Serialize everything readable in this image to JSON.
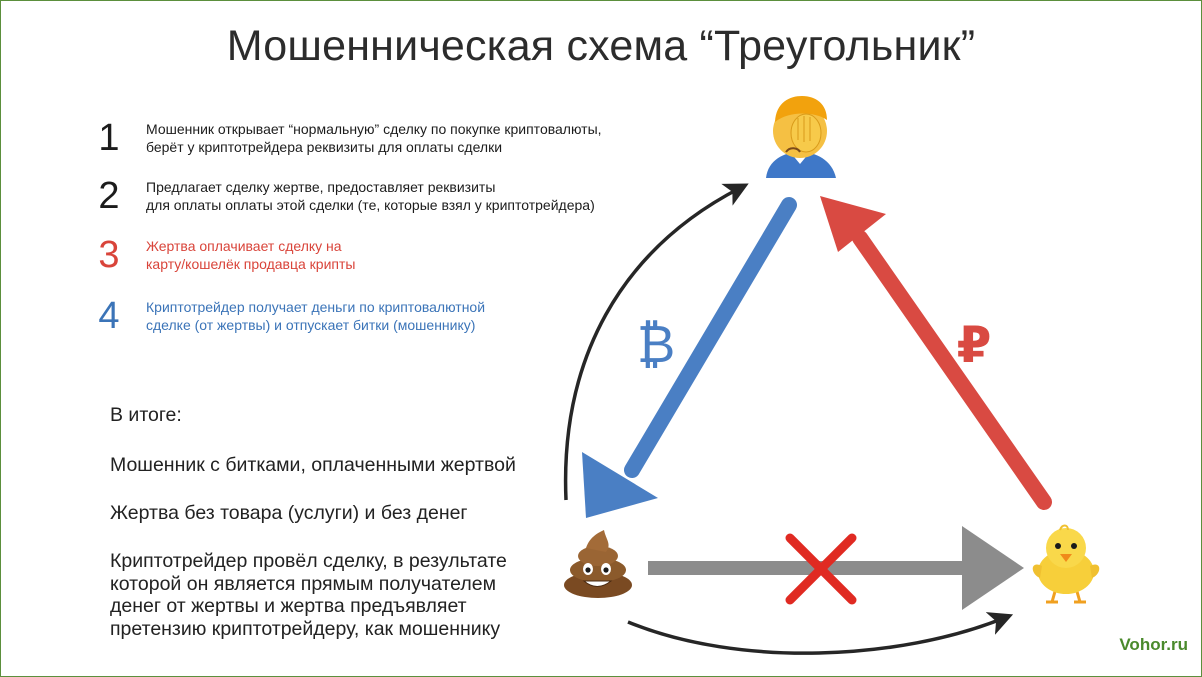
{
  "title": "Мошенническая схема “Треугольник”",
  "steps": [
    {
      "num": "1",
      "color": "#1c1c1c",
      "lines": [
        "Мошенник открывает “нормальную” сделку по покупке криптовалюты,",
        "берёт у криптотрейдера реквизиты для оплаты сделки"
      ]
    },
    {
      "num": "2",
      "color": "#1c1c1c",
      "lines": [
        "Предлагает сделку жертве, предоставляет реквизиты",
        "для оплаты оплаты этой сделки (те, которые взял у криптотрейдера)"
      ]
    },
    {
      "num": "3",
      "color": "#d9443a",
      "lines": [
        "Жертва оплачивает сделку на",
        "карту/кошелёк продавца крипты"
      ]
    },
    {
      "num": "4",
      "color": "#3b74b8",
      "lines": [
        "Криптотрейдер получает деньги по криптовалютной",
        "сделке (от жертвы) и отпускает битки (мошеннику)"
      ]
    }
  ],
  "summary": {
    "heading": "В итоге:",
    "points": [
      "Мошенник с битками, оплаченными жертвой",
      "Жертва без товара (услуги) и без денег",
      "Криптотрейдер провёл сделку, в результате которой он является прямым получателем денег от жертвы и жертва предъявляет претензию криптотрейдеру, как мошеннику"
    ]
  },
  "arrows": {
    "bitcoin_symbol": "₿",
    "ruble_symbol": "₽",
    "blue_color": "#4a7fc4",
    "red_color": "#d94a42",
    "gray_color": "#8c8c8c",
    "cross_color": "#e02a22",
    "curve_color": "#262626"
  },
  "icons": {
    "scammer": "facepalm-person-icon",
    "victim": "poop-emoji-icon",
    "trader": "chick-emoji-icon"
  },
  "watermark": "Vohor.ru"
}
